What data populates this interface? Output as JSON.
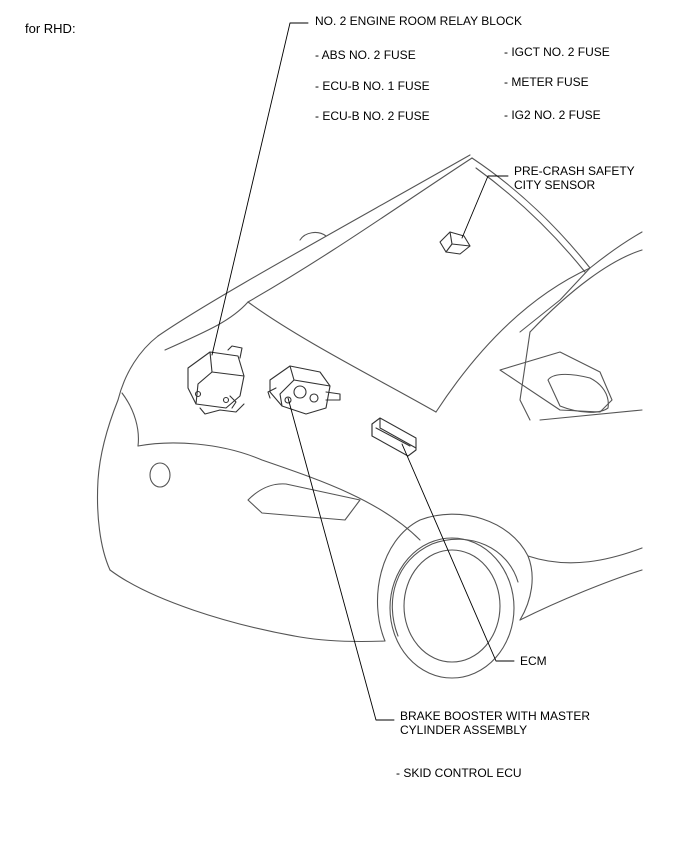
{
  "variant_label": "for RHD:",
  "relay_block": {
    "title": "NO. 2 ENGINE ROOM RELAY BLOCK",
    "fuses": [
      "- ABS NO. 2 FUSE",
      "- ECU-B NO. 1 FUSE",
      "- ECU-B NO. 2 FUSE",
      "- IGCT NO. 2 FUSE",
      "- METER FUSE",
      "- IG2 NO. 2 FUSE"
    ]
  },
  "sensor": {
    "line1": "PRE-CRASH SAFETY",
    "line2": "CITY SENSOR"
  },
  "ecm": {
    "label": "ECM"
  },
  "brake_booster": {
    "line1": "BRAKE BOOSTER WITH MASTER",
    "line2": "CYLINDER ASSEMBLY",
    "sub": "- SKID CONTROL ECU"
  }
}
